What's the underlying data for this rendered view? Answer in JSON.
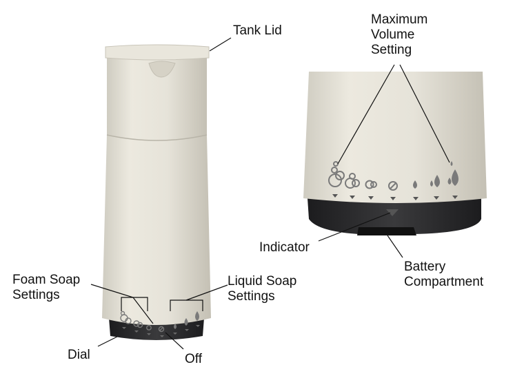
{
  "labels": {
    "tank_lid": "Tank Lid",
    "maximum_volume_setting": [
      "Maximum",
      "Volume",
      "Setting"
    ],
    "foam_soap_settings": [
      "Foam Soap",
      "Settings"
    ],
    "liquid_soap_settings": [
      "Liquid Soap",
      "Settings"
    ],
    "dial": "Dial",
    "off": "Off",
    "indicator": "Indicator",
    "battery_compartment": [
      "Battery",
      "Compartment"
    ]
  },
  "colors": {
    "body": "#e6e3d9",
    "body_shade": "#bcb8ac",
    "base": "#2a2a2c",
    "icon": "#7a7a7a",
    "leader_line": "#111111"
  }
}
